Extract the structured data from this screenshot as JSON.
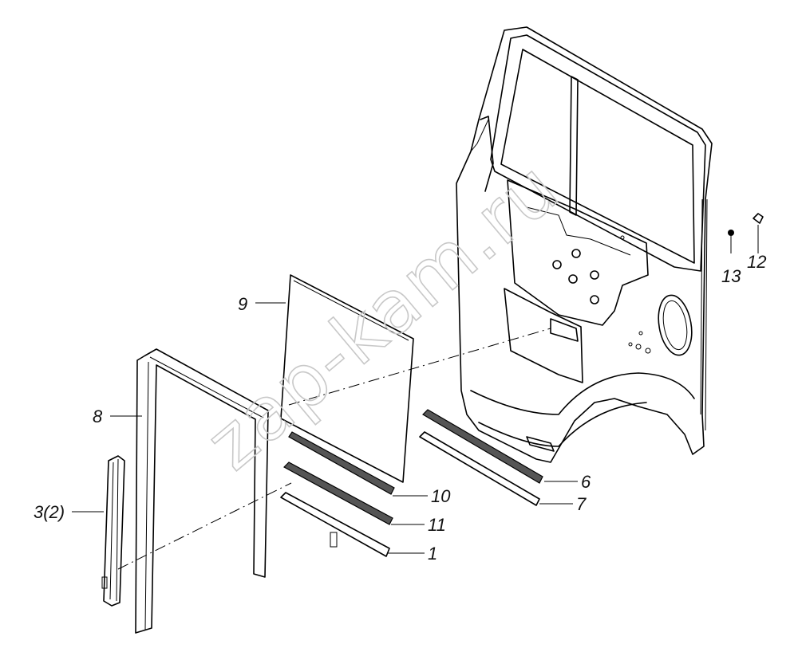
{
  "watermark": "zap-kam.ru",
  "callouts": [
    {
      "id": "c9",
      "text": "9"
    },
    {
      "id": "c8",
      "text": "8"
    },
    {
      "id": "c3",
      "text": "3(2)"
    },
    {
      "id": "c10",
      "text": "10"
    },
    {
      "id": "c11",
      "text": "11"
    },
    {
      "id": "c1",
      "text": "1"
    },
    {
      "id": "c6",
      "text": "6"
    },
    {
      "id": "c7",
      "text": "7"
    },
    {
      "id": "c13",
      "text": "13"
    },
    {
      "id": "c12",
      "text": "12"
    }
  ]
}
